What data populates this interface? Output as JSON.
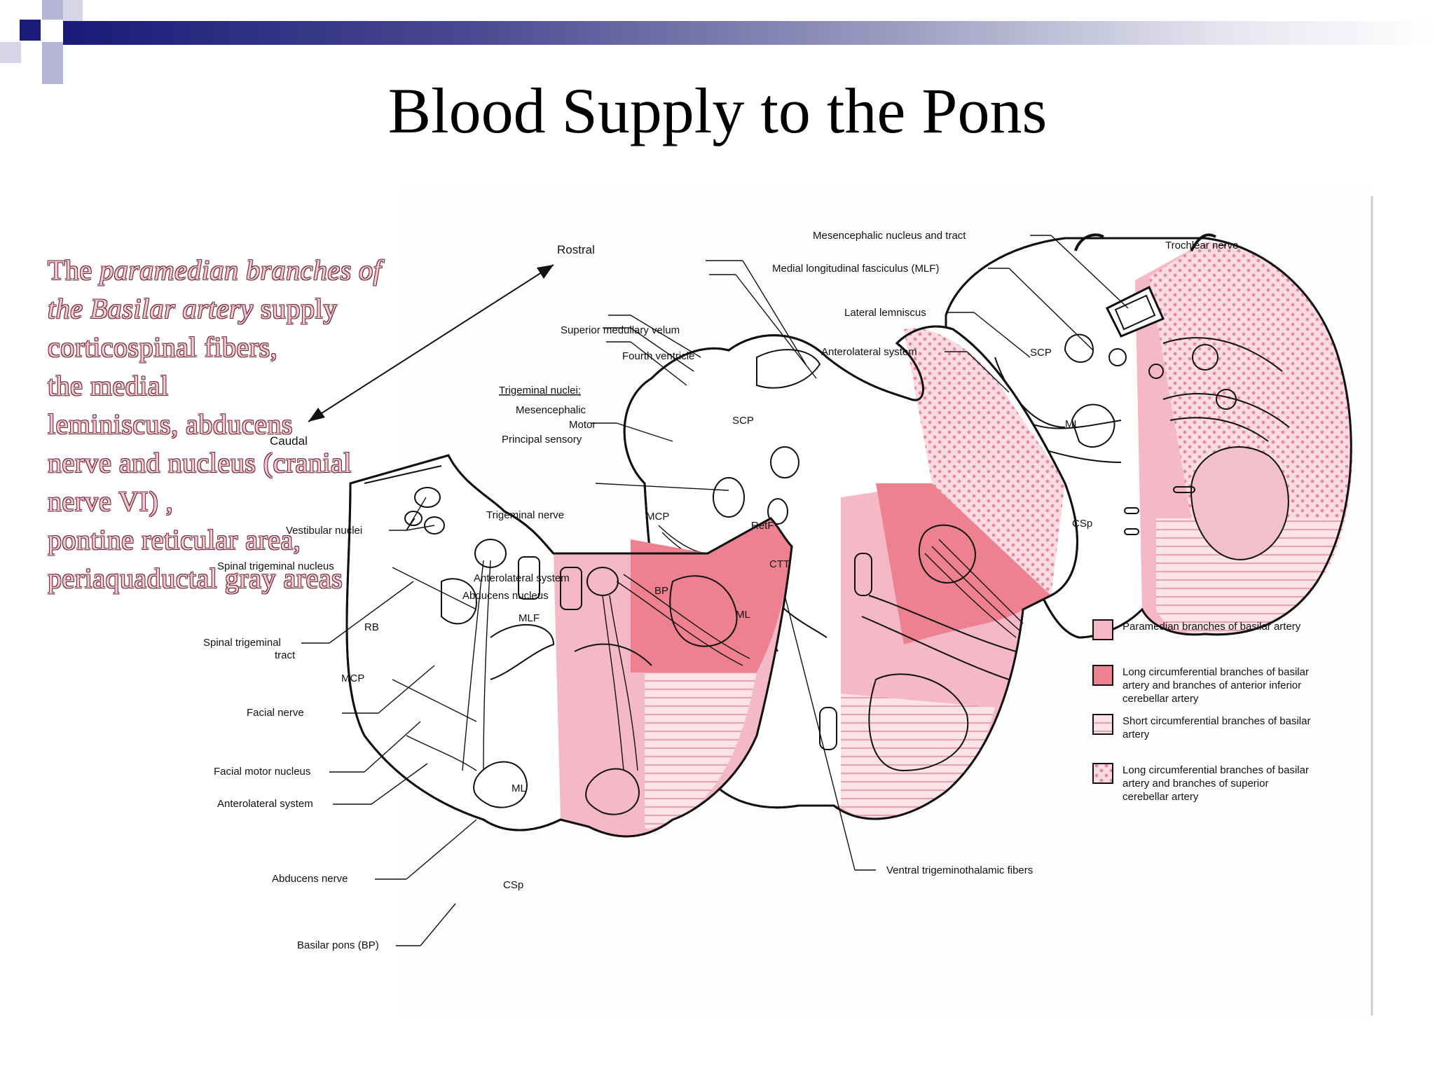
{
  "slide": {
    "title": "Blood Supply to the Pons",
    "caption": {
      "p1": "The ",
      "p2": "paramedian branches of the Basilar artery",
      "p3": " supply",
      "lines": [
        "corticospinal fibers,",
        "the medial",
        "leminiscus, abducens",
        "nerve and nucleus (cranial",
        "nerve VI) ,",
        "pontine reticular area,",
        "periaquaductal gray areas"
      ]
    }
  },
  "diagram": {
    "orientation": {
      "rostral": "Rostral",
      "caudal": "Caudal"
    },
    "left_labels": {
      "vestibular": "Vestibular nuclei",
      "spinal_trig_nuc": "Spinal trigeminal nucleus",
      "rb": "RB",
      "spinal_trig_tract_1": "Spinal trigeminal",
      "spinal_trig_tract_2": "tract",
      "mcp": "MCP",
      "facial_nerve": "Facial nerve",
      "facial_motor": "Facial motor nucleus",
      "anterolateral": "Anterolateral system",
      "abducens_nerve": "Abducens nerve",
      "basilar_pons": "Basilar pons (BP)",
      "mlf": "MLF",
      "abducens_nucleus": "Abducens nucleus",
      "ml": "ML",
      "csp": "CSp"
    },
    "mid_labels": {
      "sup_med_velum": "Superior medullary velum",
      "fourth_ventricle": "Fourth ventricle",
      "trig_nuclei": "Trigeminal nuclei:",
      "mesencephalic": "Mesencephalic",
      "motor": "Motor",
      "principal": "Principal sensory",
      "trig_nerve": "Trigeminal nerve",
      "anterolateral": "Anterolateral system",
      "scp": "SCP",
      "mcp": "MCP",
      "retf": "RetF",
      "ctt": "CTT",
      "bp": "BP",
      "ml": "ML",
      "ventral_trig": "Ventral trigeminothalamic fibers"
    },
    "right_labels": {
      "mes_nuc_tract": "Mesencephalic nucleus and tract",
      "mlf": "Medial longitudinal fasciculus (MLF)",
      "lat_lemniscus": "Lateral lemniscus",
      "anterolateral": "Anterolateral system",
      "trochlear": "Trochlear nerve",
      "scp": "SCP",
      "ml": "ML",
      "csp": "CSp"
    },
    "legend": [
      {
        "lines": [
          "Paramedian branches of basilar artery"
        ],
        "color": "#f4b8c6",
        "pattern": "solid"
      },
      {
        "lines": [
          "Long circumferential branches of basilar",
          "artery and branches of anterior inferior",
          "cerebellar artery"
        ],
        "color": "#ee8190",
        "pattern": "solid"
      },
      {
        "lines": [
          "Short circumferential branches of basilar",
          "artery"
        ],
        "color": "#fbe2e7",
        "pattern": "hatch"
      },
      {
        "lines": [
          "Long circumferential branches of basilar",
          "artery and branches of superior",
          "cerebellar artery"
        ],
        "color": "#fbdbe2",
        "pattern": "dots"
      }
    ],
    "colors": {
      "paramedian": "#f4b8c6",
      "long_aica": "#ee8190",
      "short": "#fbe2e7",
      "long_sca": "#fbdbe2"
    }
  }
}
